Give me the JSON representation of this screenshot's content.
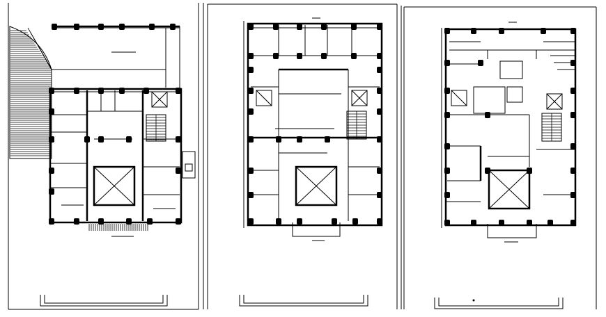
{
  "drawing": {
    "sheets": [
      {
        "id": "ground-floor-plan"
      },
      {
        "id": "first-floor-plan"
      },
      {
        "id": "second-floor-plan"
      }
    ],
    "colors": {
      "line": "#000000",
      "paper": "#ffffff"
    },
    "icons": [
      "staircase-icon",
      "lift-shaft-icon",
      "column-icon",
      "ramp-icon"
    ]
  }
}
